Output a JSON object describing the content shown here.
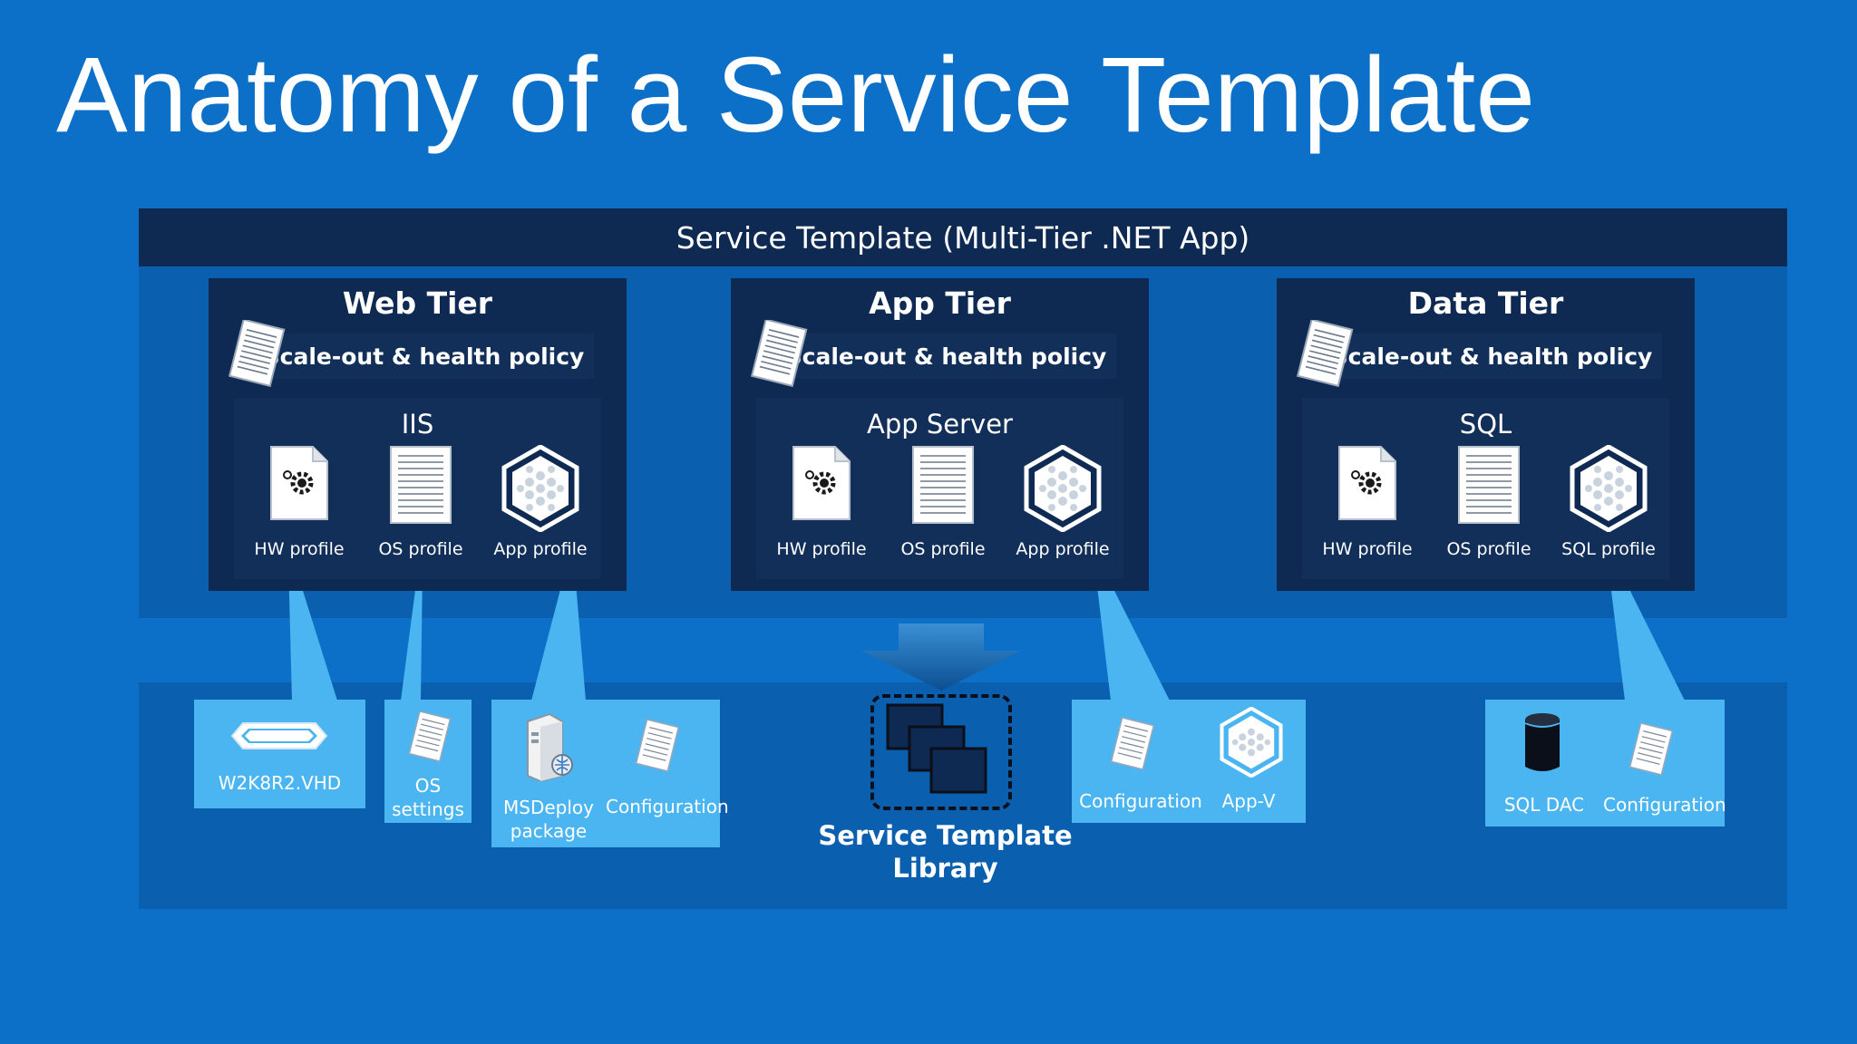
{
  "title": "Anatomy of a Service Template",
  "banner": "Service Template (Multi-Tier .NET App)",
  "tiers": [
    {
      "name": "Web Tier",
      "policy": "Scale-out & health policy",
      "server": "IIS",
      "profiles": [
        "HW profile",
        "OS profile",
        "App profile"
      ]
    },
    {
      "name": "App Tier",
      "policy": "Scale-out & health policy",
      "server": "App Server",
      "profiles": [
        "HW profile",
        "OS profile",
        "App profile"
      ]
    },
    {
      "name": "Data Tier",
      "policy": "Scale-out & health policy",
      "server": "SQL",
      "profiles": [
        "HW profile",
        "OS profile",
        "SQL profile"
      ]
    }
  ],
  "library": {
    "label_line1": "Service Template",
    "label_line2": "Library"
  },
  "resources": {
    "vhd": "W2K8R2.VHD",
    "os_settings": [
      "OS",
      "settings"
    ],
    "msdeploy": [
      "MSDeploy",
      "package"
    ],
    "web_config": "Configuration",
    "app_config": "Configuration",
    "appv": "App-V",
    "sqldac": "SQL DAC",
    "data_config": "Configuration"
  },
  "colors": {
    "background": "#0d70c8",
    "tier_panel": "#0f2a52",
    "callout": "#4ab5f1"
  }
}
